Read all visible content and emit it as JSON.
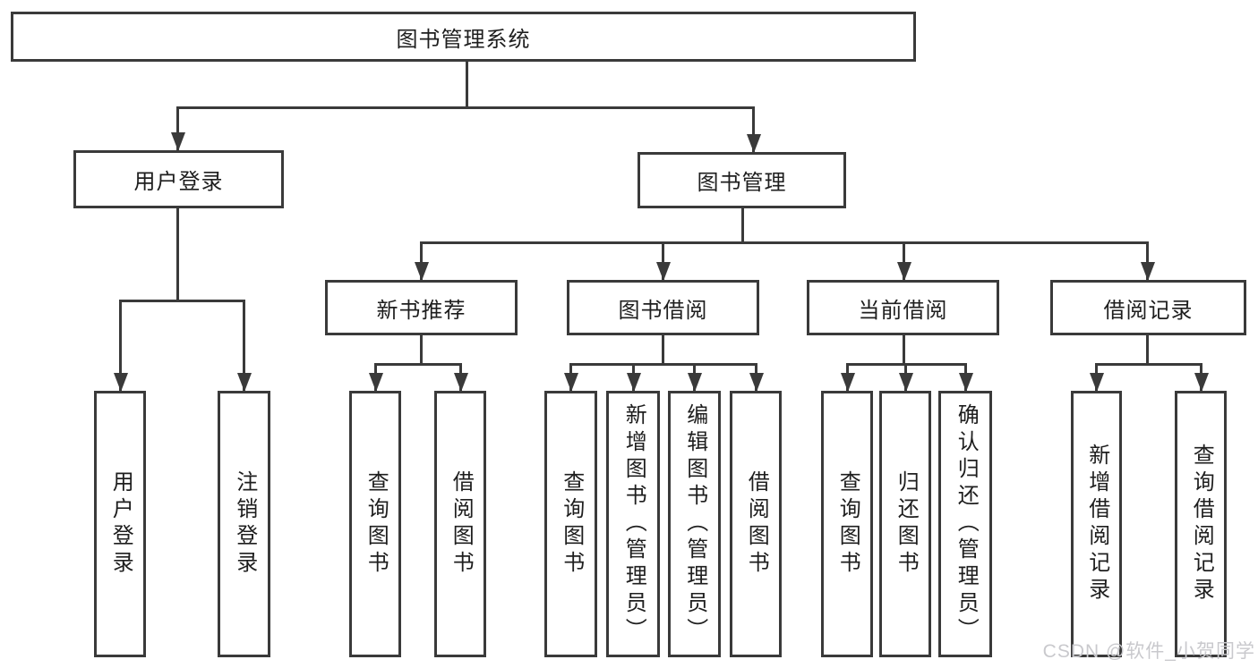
{
  "nodes": {
    "root": "图书管理系统",
    "user_login": "用户登录",
    "book_management": "图书管理",
    "login": "用户登录",
    "logout": "注销登录",
    "new_book_recommend": "新书推荐",
    "book_borrow": "图书借阅",
    "current_borrow": "当前借阅",
    "borrow_record": "借阅记录",
    "rec_query_books": "查询图书",
    "rec_borrow_books": "借阅图书",
    "bb_query_books": "查询图书",
    "bb_add_books": "新增图书（管理员）",
    "bb_edit_books": "编辑图书（管理员）",
    "bb_borrow_books": "借阅图书",
    "cb_query_books": "查询图书",
    "cb_return_books": "归还图书",
    "cb_confirm_return": "确认归还（管理员）",
    "br_add_record": "新增借阅记录",
    "br_query_record": "查询借阅记录"
  },
  "watermark": "CSDN @软件_小贺同学"
}
